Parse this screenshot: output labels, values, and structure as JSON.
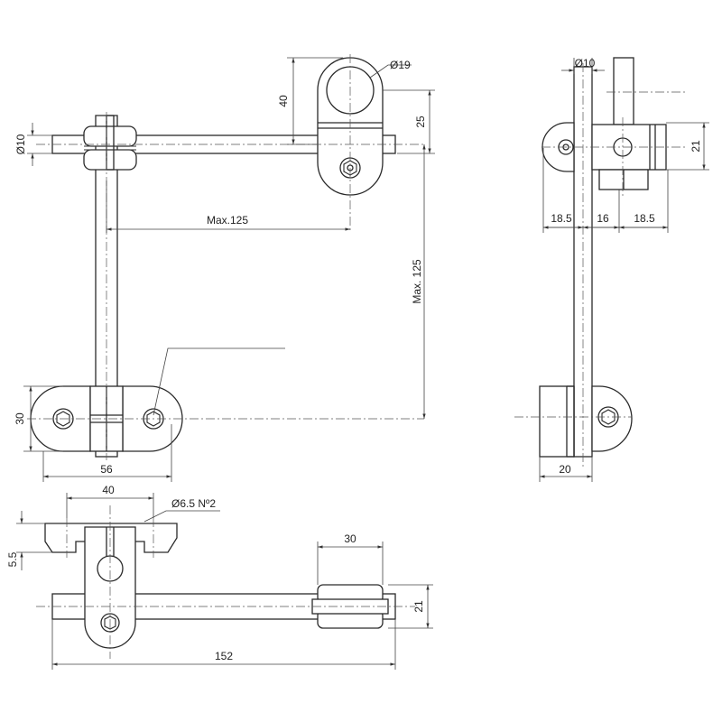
{
  "dimensions": {
    "dia10_left": "Ø10",
    "dia19": "Ø19",
    "d40_top": "40",
    "d25": "25",
    "max125_h": "Max.125",
    "max125_v": "Max. 125",
    "d30_left": "30",
    "d56": "56",
    "dia10_right": "Ø10",
    "d21_right": "21",
    "d18_5_a": "18.5",
    "d16": "16",
    "d18_5_b": "18.5",
    "d20": "20",
    "d40_bottom": "40",
    "dia6_5": "Ø6.5 Nº2",
    "d5_5": "5.5",
    "d30_bottom": "30",
    "d21_bottom": "21",
    "d152": "152"
  }
}
